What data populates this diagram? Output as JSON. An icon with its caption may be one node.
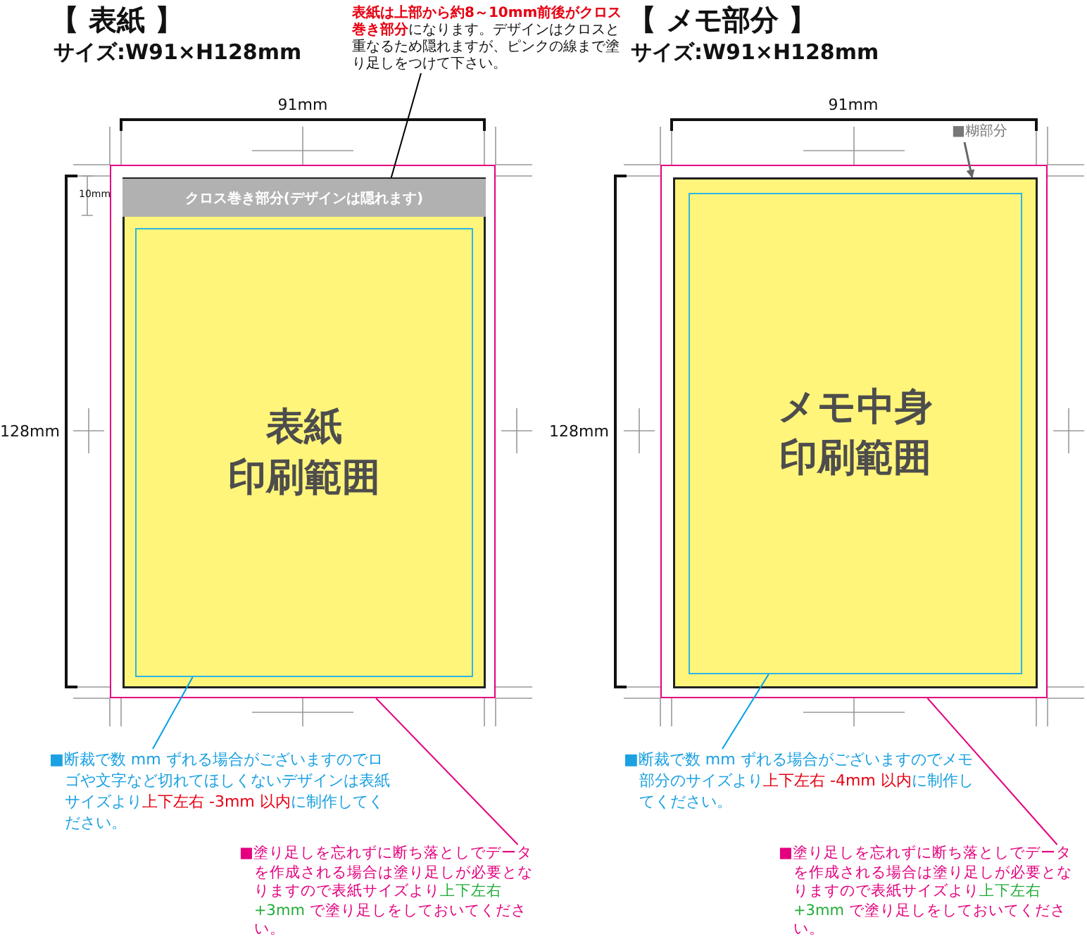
{
  "diagram": {
    "nodes": [
      {
        "text": [],
        "shape": "box"
      },
      {
        "text": [],
        "shape": "box",
        "in": 0
      },
      {
        "text": [
          "クロス巻き部分(デザインは隠れます)"
        ],
        "in": 1
      },
      {
        "text": [
          "表紙",
          "印刷範囲"
        ],
        "in": 1
      },
      {
        "text": [
          "**表紙は上部から約8～10mm前後がクロス巻き部分**になります。デザインはクロスと重なるため隠れますが、ピンクの線まで塗り足しをつけて下さい。"
        ]
      },
      {
        "text": [
          "■断裁で数 mm ずれる場合がございますのでロゴや文字など切れてほしくないデザインは表紙サイズより**上下左右 -3mm 以内**に制作してください。"
        ]
      },
      {
        "text": [
          "■塗り足しを忘れずに断ち落としでデータを作成される場合は塗り足しが必要となりますので表紙サイズより**上下左右 +3mm** で塗り足しをしておいてください。"
        ]
      },
      {
        "text": [],
        "shape": "box"
      },
      {
        "text": [],
        "shape": "box",
        "in": 7
      },
      {
        "text": [
          "メモ中身",
          "印刷範囲"
        ],
        "in": 8
      },
      {
        "text": [
          "■糊部分"
        ]
      },
      {
        "text": [
          "■断裁で数 mm ずれる場合がございますのでメモ部分のサイズより**上下左右 -4mm 以内**に制作してください。"
        ]
      },
      {
        "text": [
          "■塗り足しを忘れずに断ち落としでデータを作成される場合は塗り足しが必要となりますので表紙サイズより**上下左右 +3mm** で塗り足しをしておいてください。"
        ]
      }
    ],
    "edges": [
      {
        "from": 4,
        "to": 2,
        "arrow": "none",
        "color": "#000000"
      },
      {
        "from": 5,
        "to": 3,
        "arrow": "none",
        "color": "#00a0e9"
      },
      {
        "from": 6,
        "to": 0,
        "arrow": "none",
        "color": "#e4007f"
      },
      {
        "from": 10,
        "to": 8,
        "arrow": "to",
        "color": "#666666"
      },
      {
        "from": 11,
        "to": 9,
        "arrow": "none",
        "color": "#00a0e9"
      },
      {
        "from": 12,
        "to": 7,
        "arrow": "none",
        "color": "#e4007f"
      }
    ],
    "labels": [
      "【 表紙 】",
      "サイズ:W91×H128mm",
      "91mm",
      "10mm",
      "128mm",
      "【 メモ部分 】",
      "サイズ:W91×H128mm",
      "91mm",
      "128mm"
    ]
  }
}
